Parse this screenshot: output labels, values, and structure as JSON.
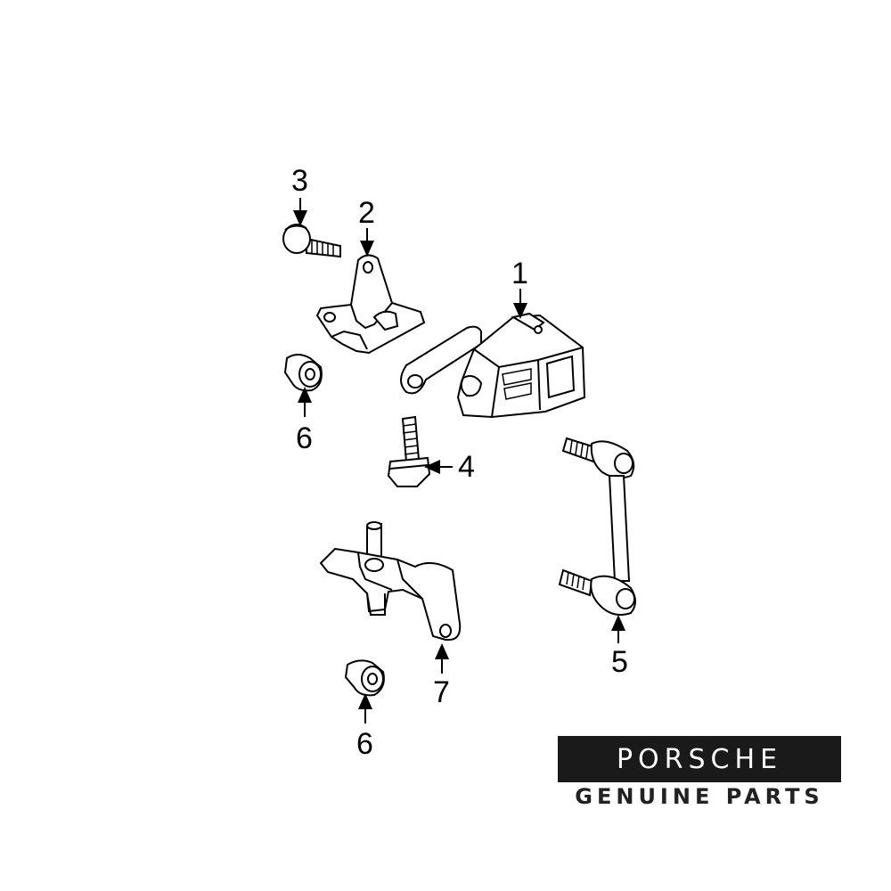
{
  "callouts": {
    "c1": "1",
    "c2": "2",
    "c3": "3",
    "c4": "4",
    "c5": "5",
    "c6a": "6",
    "c6b": "6",
    "c7": "7"
  },
  "logo": {
    "brand": "PORSCHE",
    "tagline": "GENUINE PARTS"
  },
  "colors": {
    "line": "#000000",
    "fill": "#ffffff",
    "logo_bg": "#1a1a1a"
  }
}
